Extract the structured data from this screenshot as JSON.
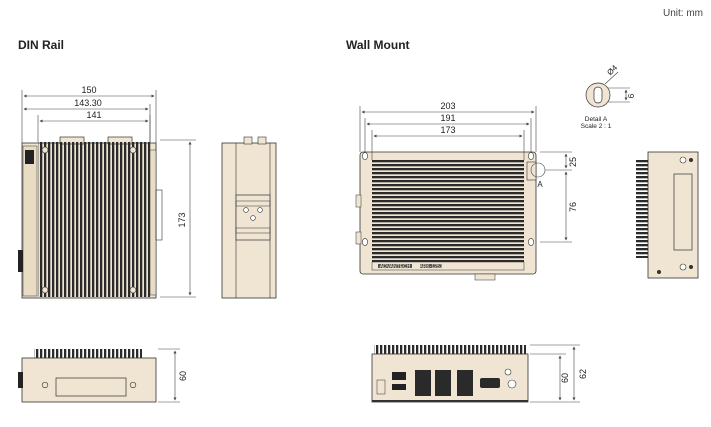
{
  "unit_label": "Unit: mm",
  "sections": {
    "din_rail": "DIN Rail",
    "wall_mount": "Wall Mount"
  },
  "din_dims": {
    "w150": "150",
    "w143": "143.30",
    "w141": "141",
    "h173": "173",
    "h60": "60"
  },
  "wall_dims": {
    "w203": "203",
    "w191": "191",
    "w173": "173",
    "h25": "25",
    "h76": "76",
    "h60": "60",
    "h62": "62",
    "point_a": "A"
  },
  "detail": {
    "dia": "Ø4",
    "six": "6",
    "title": "Detail A",
    "scale": "Scale 2 : 1"
  },
  "device": {
    "brand": "ADVANTECH",
    "model": "ARK-1251"
  },
  "colors": {
    "body": "#efe5d2",
    "fin": "#2a2a2a",
    "line": "#333333",
    "dim": "#444444"
  }
}
